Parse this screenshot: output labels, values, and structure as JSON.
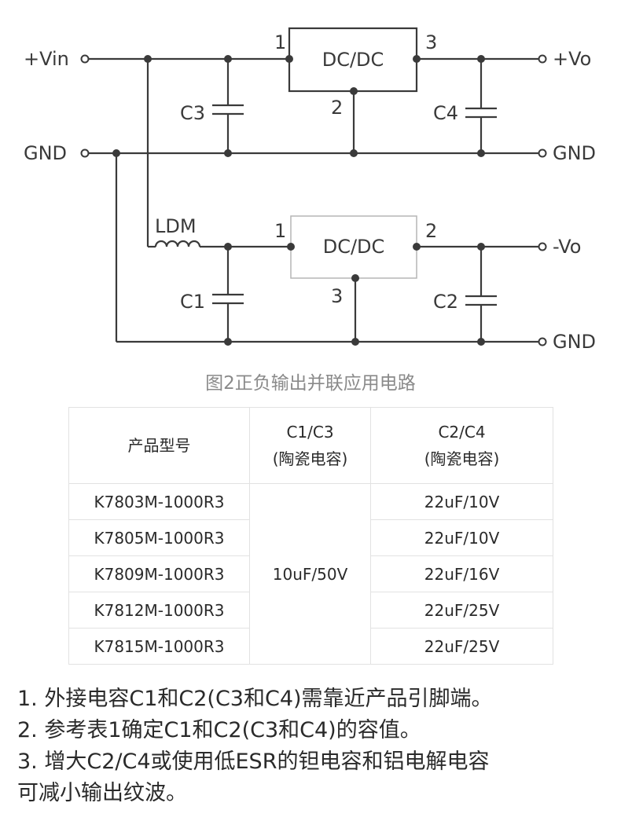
{
  "circuit": {
    "top": {
      "vin_label": "+Vin",
      "gnd_in_label": "GND",
      "vo_label": "+Vo",
      "gnd_out_label": "GND",
      "module_label": "DC/DC",
      "pin_in": "1",
      "pin_out": "3",
      "pin_gnd": "2",
      "cap_in": "C3",
      "cap_out": "C4"
    },
    "bottom": {
      "inductor_label": "LDM",
      "module_label": "DC/DC",
      "pin_in": "1",
      "pin_out": "2",
      "pin_gnd": "3",
      "cap_in": "C1",
      "cap_out": "C2",
      "vo_label": "-Vo",
      "gnd_label": "GND"
    }
  },
  "caption": "图2正负输出并联应用电路",
  "table": {
    "headers": [
      {
        "line1": "产品型号",
        "line2": ""
      },
      {
        "line1": "C1/C3",
        "line2": "(陶瓷电容)"
      },
      {
        "line1": "C2/C4",
        "line2": "(陶瓷电容)"
      }
    ],
    "shared_c1c3": "10uF/50V",
    "rows": [
      {
        "model": "K7803M-1000R3",
        "c2c4": "22uF/10V"
      },
      {
        "model": "K7805M-1000R3",
        "c2c4": "22uF/10V"
      },
      {
        "model": "K7809M-1000R3",
        "c2c4": "22uF/16V"
      },
      {
        "model": "K7812M-1000R3",
        "c2c4": "22uF/25V"
      },
      {
        "model": "K7815M-1000R3",
        "c2c4": "22uF/25V"
      }
    ]
  },
  "notes": [
    "1. 外接电容C1和C2(C3和C4)需靠近产品引脚端。",
    "2. 参考表1确定C1和C2(C3和C4)的容值。",
    "3. 增大C2/C4或使用低ESR的钽电容和铝电解电容",
    "可减小输出纹波。"
  ]
}
